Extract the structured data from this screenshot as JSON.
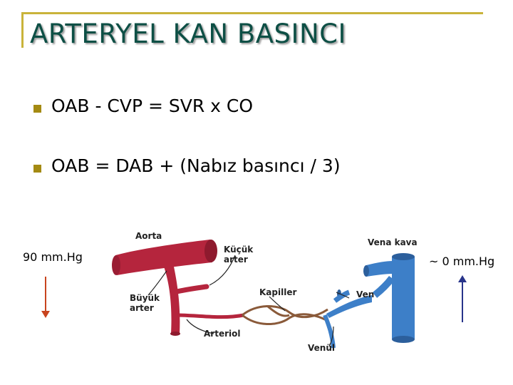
{
  "title": "ARTERYEL KAN BASINCI",
  "bullets": [
    "OAB - CVP = SVR x CO",
    "OAB = DAB + (Nabız basıncı / 3)"
  ],
  "pressure_left": "90 mm.Hg",
  "pressure_right": "~ 0 mm.Hg",
  "diagram": {
    "aorta": "Aorta",
    "kucuk_arter": [
      "Küçük",
      "arter"
    ],
    "buyuk_arter": [
      "Büyük",
      "arter"
    ],
    "kapiller": "Kapiller",
    "ven": "Ven",
    "vena_kava": "Vena kava",
    "arteriol": "Arteriol",
    "venul": "Venül"
  },
  "colors": {
    "frame": "#c9b33a",
    "title": "#0d4f45",
    "bullet": "#a48a12",
    "artery": "#b5253d",
    "vein": "#3d7fc8",
    "capillary": "#8a5a3a",
    "arrow_down": "#c8441e",
    "arrow_up": "#28348a"
  }
}
